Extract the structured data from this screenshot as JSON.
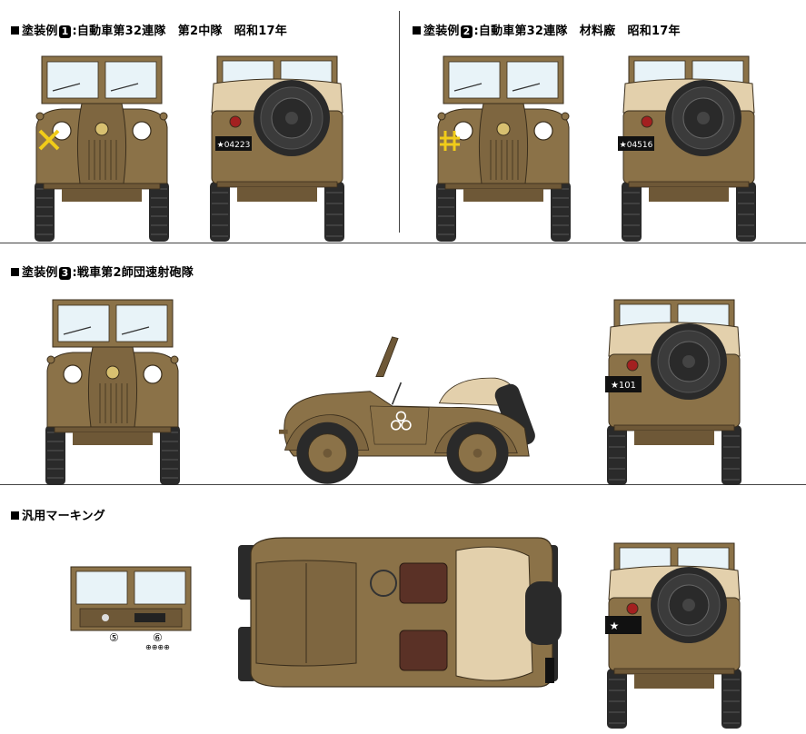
{
  "colors": {
    "body": "#8b7248",
    "body_dark": "#6e5837",
    "canvas": "#e3d0ac",
    "tire": "#2a2a2a",
    "seat": "#5a3126",
    "yellow": "#f1cc19",
    "insignia": "#d8c070"
  },
  "sections": {
    "s1": {
      "prefix": "塗装例",
      "num": "1",
      "text": ":自動車第32連隊　第2中隊　昭和17年"
    },
    "s2": {
      "prefix": "塗装例",
      "num": "2",
      "text": ":自動車第32連隊　材料廠　昭和17年"
    },
    "s3": {
      "prefix": "塗装例",
      "num": "3",
      "text": ":戦車第2師団速射砲隊"
    },
    "s4": {
      "text": "汎用マーキング"
    }
  },
  "plates": {
    "p1": "★04223",
    "p2": "★04516",
    "p3": "★101",
    "p4": "★"
  },
  "markings": {
    "m5": "⑤",
    "m6": "⑥",
    "m6_items": "⊕⊕⊕⊕"
  },
  "icons": {
    "x_mark": "yellow-x-marking-icon",
    "double_cross": "yellow-double-cross-marking-icon",
    "three_circles": "three-circles-unit-icon",
    "star": "star-insignia-icon"
  }
}
